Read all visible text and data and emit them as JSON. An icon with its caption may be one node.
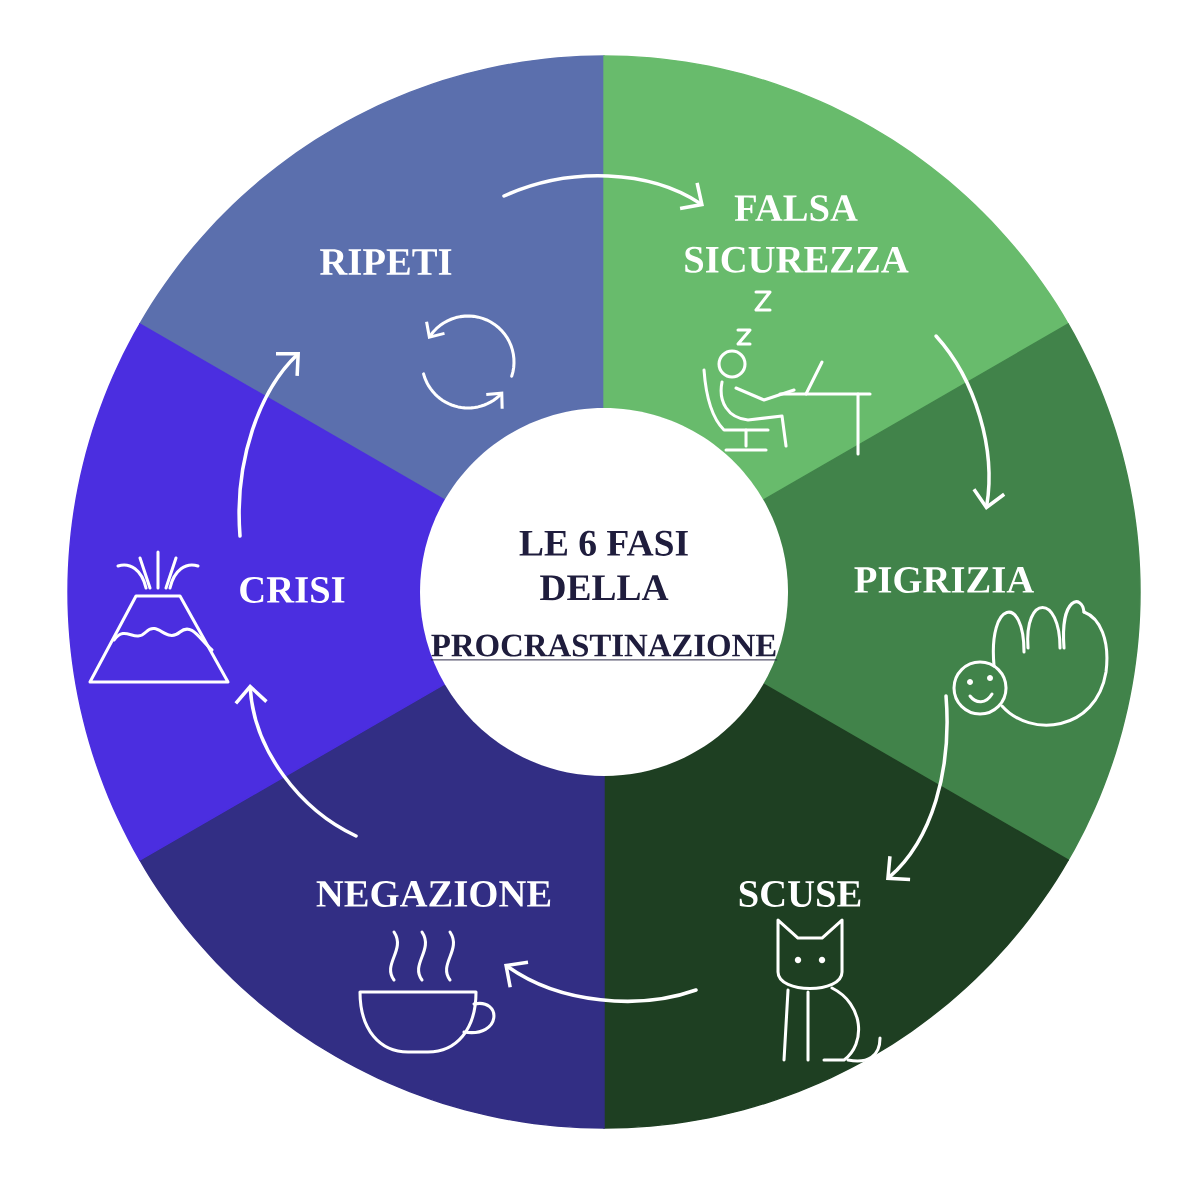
{
  "diagram": {
    "nodes": [
      {
        "text": [
          "LE 6 FASI DELLA",
          "PROCRASTINAZIONE"
        ]
      },
      {
        "text": [
          "RIPETI"
        ]
      },
      {
        "text": [
          "FALSA SICUREZZA"
        ]
      },
      {
        "text": [
          "PIGRIZIA"
        ]
      },
      {
        "text": [
          "SCUSE"
        ]
      },
      {
        "text": [
          "NEGAZIONE"
        ]
      },
      {
        "text": [
          "CRISI"
        ]
      }
    ],
    "edges": [
      {
        "from": 1,
        "to": 2,
        "arrow": "to"
      },
      {
        "from": 2,
        "to": 3,
        "arrow": "to"
      },
      {
        "from": 3,
        "to": 4,
        "arrow": "to"
      },
      {
        "from": 4,
        "to": 5,
        "arrow": "to"
      },
      {
        "from": 5,
        "to": 6,
        "arrow": "to"
      },
      {
        "from": 6,
        "to": 1,
        "arrow": "to"
      }
    ]
  }
}
